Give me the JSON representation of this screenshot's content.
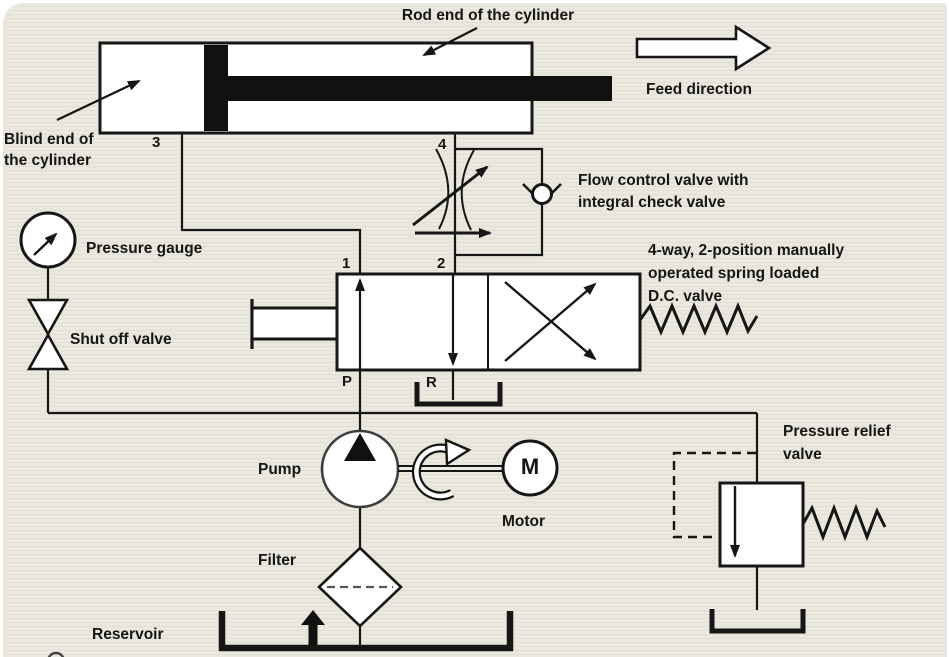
{
  "colors": {
    "background": "#e9e7de",
    "stripe": "#e2e0d5",
    "line": "#161616",
    "symbol_fill": "#ffffff",
    "text": "#151515"
  },
  "labels": {
    "rod_end": "Rod end of the cylinder",
    "blind_end_line1": "Blind end of",
    "blind_end_line2": "the cylinder",
    "feed_direction": "Feed direction",
    "pressure_gauge": "Pressure gauge",
    "shut_off_valve": "Shut off valve",
    "flow_control_line1": "Flow control valve with",
    "flow_control_line2": "integral check valve",
    "dc_valve_line1": "4-way, 2-position manually",
    "dc_valve_line2": "operated spring loaded",
    "dc_valve_line3": "D.C. valve",
    "pump": "Pump",
    "motor": "Motor",
    "motor_symbol": "M",
    "filter": "Filter",
    "reservoir": "Reservoir",
    "pressure_relief_line1": "Pressure relief",
    "pressure_relief_line2": "valve"
  },
  "ports": {
    "cylinder_blind_port": "3",
    "cylinder_rod_port": "4",
    "valve_port_1": "1",
    "valve_port_2": "2",
    "valve_port_p": "P",
    "valve_port_r": "R"
  }
}
